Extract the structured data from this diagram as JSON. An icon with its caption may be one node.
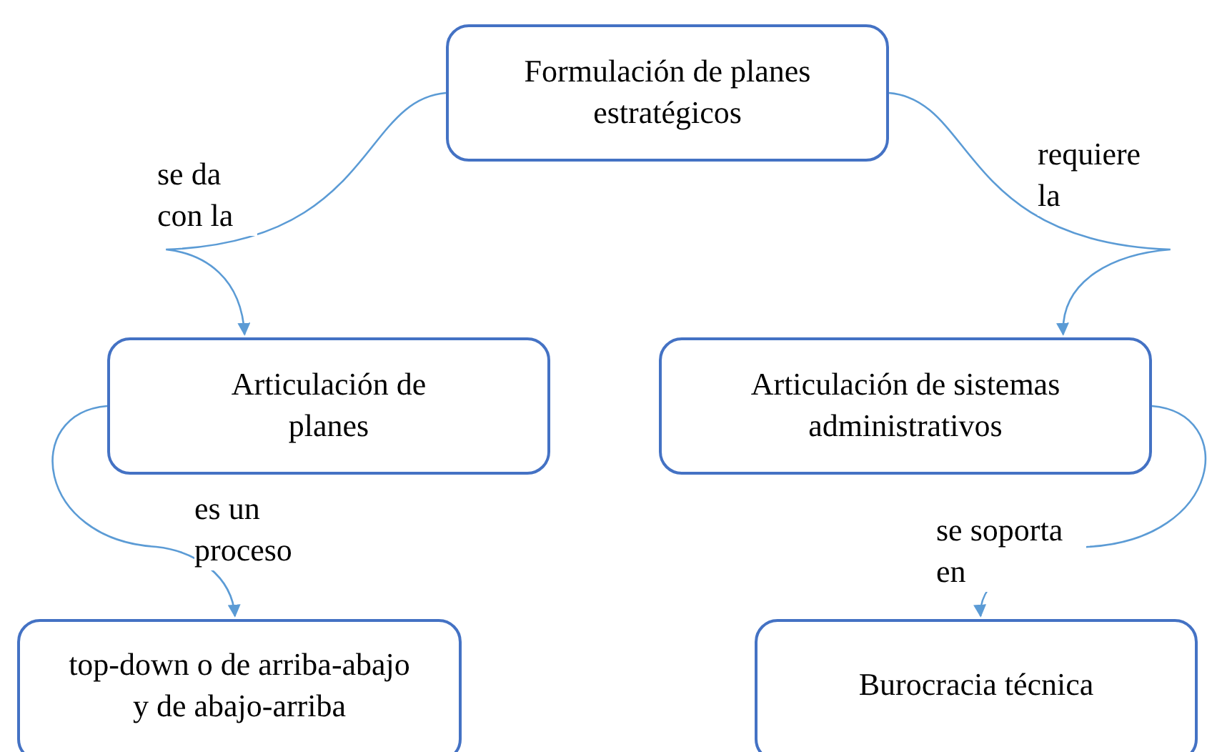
{
  "diagram": {
    "nodes": [
      {
        "text": [
          "Formulación de planes estratégicos"
        ]
      },
      {
        "text": [
          "Articulación de planes"
        ]
      },
      {
        "text": [
          "Articulación de sistemas administrativos"
        ]
      },
      {
        "text": [
          "top-down o de arriba-abajo y de abajo-arriba"
        ]
      },
      {
        "text": [
          "Burocracia técnica"
        ]
      }
    ],
    "edges": [
      {
        "from": 0,
        "to": 1,
        "arrow": "to",
        "label": "se da con la"
      },
      {
        "from": 0,
        "to": 2,
        "arrow": "to",
        "label": "requiere la"
      },
      {
        "from": 1,
        "to": 3,
        "arrow": "to",
        "label": "es un proceso"
      },
      {
        "from": 2,
        "to": 4,
        "arrow": "to",
        "label": "se soporta en"
      }
    ]
  }
}
